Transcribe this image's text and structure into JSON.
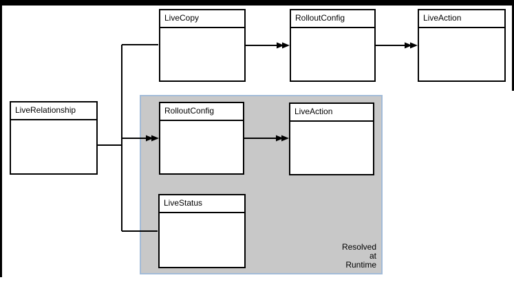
{
  "diagram": {
    "boxes": [
      {
        "id": "livecopy",
        "title": "LiveCopy"
      },
      {
        "id": "rolloutconfig-top",
        "title": "RolloutConfig"
      },
      {
        "id": "liveaction-top",
        "title": "LiveAction"
      },
      {
        "id": "liverelationship",
        "title": "LiveRelationship"
      },
      {
        "id": "rolloutconfig-runtime",
        "title": "RolloutConfig"
      },
      {
        "id": "liveaction-runtime",
        "title": "LiveAction"
      },
      {
        "id": "livestatus",
        "title": "LiveStatus"
      }
    ],
    "runtime_group": {
      "fill": "#c8c8c8",
      "border_color": "#a2bbd8",
      "label_lines": [
        "Resolved",
        "at",
        "Runtime"
      ]
    },
    "colors": {
      "box_border": "#000000",
      "box_fill": "#ffffff",
      "connector": "#000000",
      "frame": "#000000",
      "background": "#ffffff"
    }
  }
}
